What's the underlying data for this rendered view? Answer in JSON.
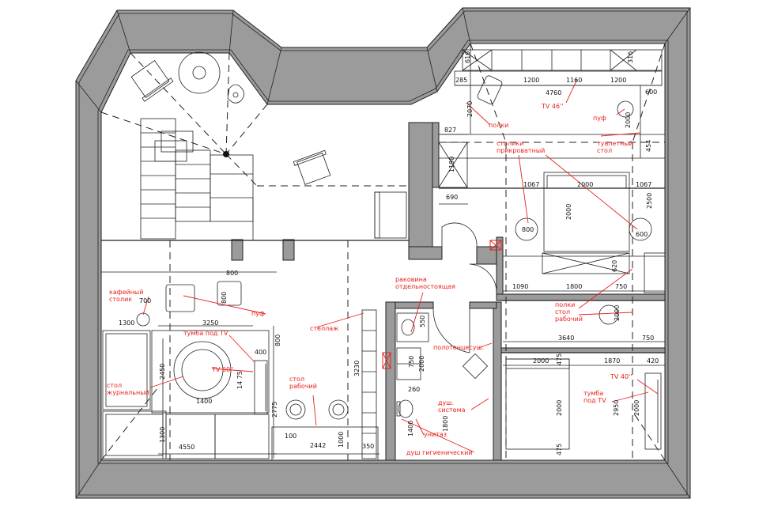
{
  "labels": {
    "shelves_top": "полки",
    "tv_top": "TV 46''",
    "pouf_top": "пуф",
    "dressing_table": "туалетный\nстол",
    "bedside_tables": "столики\nприкроватный",
    "sink": "раковина\nотдельностоящая",
    "coffee_table": "кафейный\nстолик",
    "pouf_living": "пуф",
    "tv_stand": "тумба под TV",
    "rack": "стеллаж",
    "towel_dryer": "полотенцесуш.",
    "shelves_desk": "полки\nстол\nрабочий",
    "tv_living": "TV 60''",
    "magazine_table": "стол\nжурнальный",
    "work_desk": "стол\nрабочий",
    "shower_system": "душ.\nсистема",
    "toilet": "унитаз",
    "hygienic_shower": "душ гигиенический",
    "tv_right": "TV 40''",
    "tv_stand_right": "тумба\nпод TV"
  },
  "dims": {
    "d616": "616",
    "d285": "285",
    "d1200a": "1200",
    "d1160": "1160",
    "d1200b": "1200",
    "d316": "316",
    "d4760": "4760",
    "d600a": "600",
    "d2070": "2070",
    "d827": "827",
    "d2000a": "2000",
    "d454": "454",
    "d1190": "1190",
    "d690": "690",
    "d1067a": "1067",
    "d2000b": "2000",
    "d1067b": "1067",
    "d2000c": "2000",
    "d2500": "2500",
    "d800a": "800",
    "d600b": "600",
    "d800b": "800",
    "d800c": "800",
    "d700": "700",
    "d1300": "1300",
    "d3250": "3250",
    "d400": "400",
    "d1400": "1400",
    "d1475": "14 75",
    "d2450": "2450",
    "d1300b": "1300",
    "d4550": "4550",
    "d800d": "800",
    "d2775": "2775",
    "d100": "100",
    "d2442": "2442",
    "d1000": "1000",
    "d3230": "3230",
    "d350": "350",
    "d550": "550",
    "d750a": "750",
    "d2000d": "2000",
    "d260": "260",
    "d1800a": "1800",
    "d1400b": "1400",
    "d1090": "1090",
    "d1800b": "1800",
    "d750b": "750",
    "d620": "620",
    "d3640": "3640",
    "d750c": "750",
    "d2000e": "2000",
    "d475a": "475",
    "d1870": "1870",
    "d420": "420",
    "d2000f": "2000",
    "d2000g": "2000",
    "d475b": "475",
    "d2950": "2950",
    "d2000h": "2000"
  }
}
